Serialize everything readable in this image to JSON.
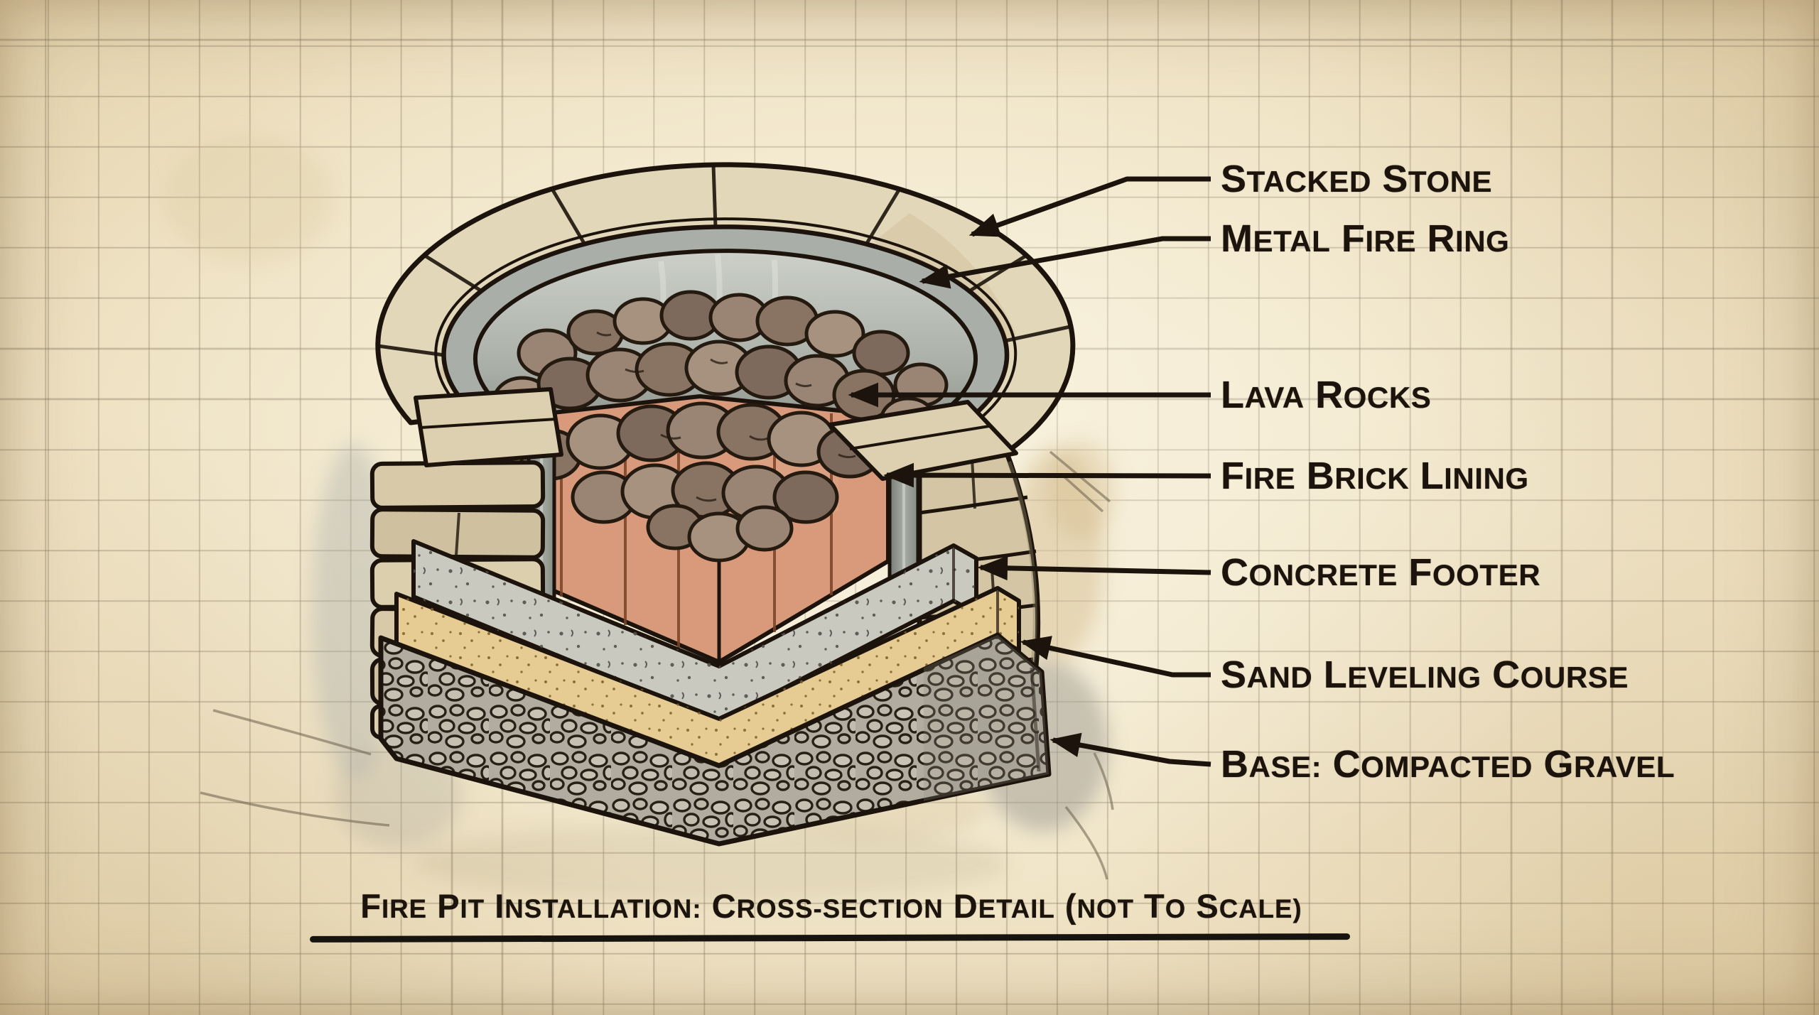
{
  "diagram": {
    "title": "FIRE PIT INSTALLATION: CROSS-SECTION DETAIL (NOT TO SCALE)",
    "labels": {
      "stacked_stone": "STACKED STONE",
      "metal_fire_ring": "METAL FIRE RING",
      "lava_rocks": "LAVA ROCKS",
      "fire_brick_lining": "FIRE BRICK LINING",
      "concrete_footer": "CONCRETE FOOTER",
      "sand_leveling_course": "SAND LEVELING COURSE",
      "compacted_gravel_base": "BASE: COMPACTED GRAVEL"
    },
    "style": "hand-drawn blueprint sketch on graph paper",
    "colors": {
      "paper": "#f0e5c8",
      "grid_line": "#8a7c64",
      "ink": "#1c140c",
      "stone": "#ddd0b2",
      "metal_ring": "#a9aea8",
      "lava_rock": "#94806f",
      "fire_brick": "#d89a7b",
      "concrete": "#c9c9c0",
      "sand": "#e6cc92",
      "gravel": "#b2aca0"
    }
  }
}
